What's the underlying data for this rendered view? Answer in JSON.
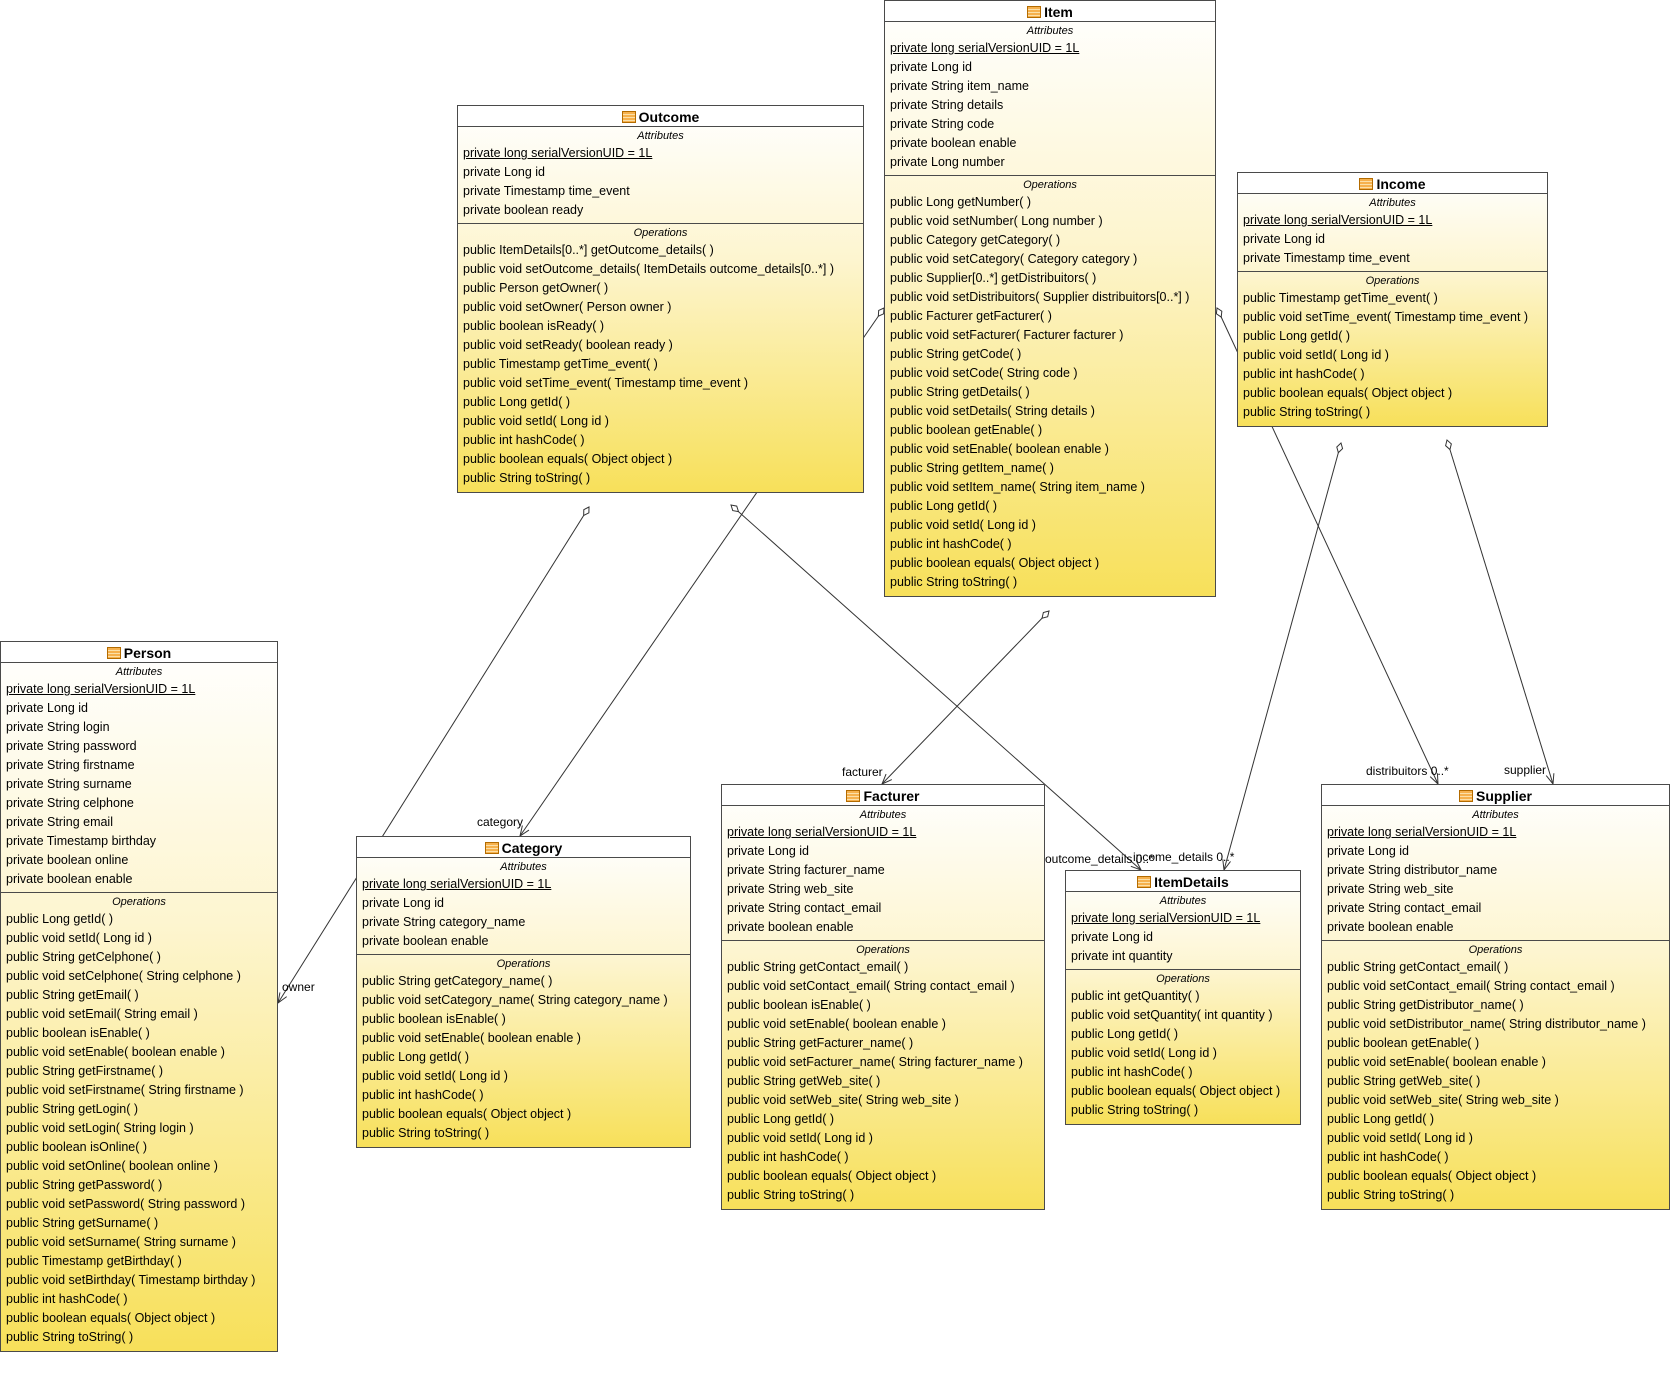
{
  "diagram": {
    "labels": {
      "attributes": "Attributes",
      "operations": "Operations"
    },
    "classes": [
      {
        "id": "item",
        "name": "Item",
        "attributes": [
          {
            "text": "private long serialVersionUID = 1L",
            "static": true
          },
          {
            "text": "private Long id"
          },
          {
            "text": "private String item_name"
          },
          {
            "text": "private String details"
          },
          {
            "text": "private String code"
          },
          {
            "text": "private boolean enable"
          },
          {
            "text": "private Long number"
          }
        ],
        "operations": [
          "public Long  getNumber(  )",
          "public void  setNumber( Long number )",
          "public Category  getCategory(  )",
          "public void  setCategory( Category category )",
          "public Supplier[0..*]  getDistribuitors(  )",
          "public void  setDistribuitors( Supplier distribuitors[0..*] )",
          "public Facturer  getFacturer(  )",
          "public void  setFacturer( Facturer facturer )",
          "public String  getCode(  )",
          "public void  setCode( String code )",
          "public String  getDetails(  )",
          "public void  setDetails( String details )",
          "public boolean  getEnable(  )",
          "public void  setEnable( boolean enable )",
          "public String  getItem_name(  )",
          "public void  setItem_name( String item_name )",
          "public Long  getId(  )",
          "public void  setId( Long id )",
          "public int  hashCode(  )",
          "public boolean  equals( Object object )",
          "public String  toString(  )"
        ]
      },
      {
        "id": "outcome",
        "name": "Outcome",
        "attributes": [
          {
            "text": "private long serialVersionUID = 1L",
            "static": true
          },
          {
            "text": "private Long id"
          },
          {
            "text": "private Timestamp time_event"
          },
          {
            "text": "private boolean ready"
          }
        ],
        "operations": [
          "public ItemDetails[0..*]  getOutcome_details(  )",
          "public void  setOutcome_details( ItemDetails outcome_details[0..*] )",
          "public Person  getOwner(  )",
          "public void  setOwner( Person owner )",
          "public boolean  isReady(  )",
          "public void  setReady( boolean ready )",
          "public Timestamp  getTime_event(  )",
          "public void  setTime_event( Timestamp time_event )",
          "public Long  getId(  )",
          "public void  setId( Long id )",
          "public int  hashCode(  )",
          "public boolean  equals( Object object )",
          "public String  toString(  )"
        ]
      },
      {
        "id": "income",
        "name": "Income",
        "attributes": [
          {
            "text": "private long serialVersionUID = 1L",
            "static": true
          },
          {
            "text": "private Long id"
          },
          {
            "text": "private Timestamp time_event"
          }
        ],
        "operations": [
          "public Timestamp  getTime_event(  )",
          "public void  setTime_event( Timestamp time_event )",
          "public Long  getId(  )",
          "public void  setId( Long id )",
          "public int  hashCode(  )",
          "public boolean  equals( Object object )",
          "public String  toString(  )"
        ]
      },
      {
        "id": "person",
        "name": "Person",
        "attributes": [
          {
            "text": "private long serialVersionUID = 1L",
            "static": true
          },
          {
            "text": "private Long id"
          },
          {
            "text": "private String login"
          },
          {
            "text": "private String password"
          },
          {
            "text": "private String firstname"
          },
          {
            "text": "private String surname"
          },
          {
            "text": "private String celphone"
          },
          {
            "text": "private String email"
          },
          {
            "text": "private Timestamp birthday"
          },
          {
            "text": "private boolean online"
          },
          {
            "text": "private boolean enable"
          }
        ],
        "operations": [
          "public Long  getId(  )",
          "public void  setId( Long id )",
          "public String  getCelphone(  )",
          "public void  setCelphone( String celphone )",
          "public String  getEmail(  )",
          "public void  setEmail( String email )",
          "public boolean  isEnable(  )",
          "public void  setEnable( boolean enable )",
          "public String  getFirstname(  )",
          "public void  setFirstname( String firstname )",
          "public String  getLogin(  )",
          "public void  setLogin( String login )",
          "public boolean  isOnline(  )",
          "public void  setOnline( boolean online )",
          "public String  getPassword(  )",
          "public void  setPassword( String password )",
          "public String  getSurname(  )",
          "public void  setSurname( String surname )",
          "public Timestamp  getBirthday(  )",
          "public void  setBirthday( Timestamp birthday )",
          "public int  hashCode(  )",
          "public boolean  equals( Object object )",
          "public String  toString(  )"
        ]
      },
      {
        "id": "category",
        "name": "Category",
        "attributes": [
          {
            "text": "private long serialVersionUID = 1L",
            "static": true
          },
          {
            "text": "private Long id"
          },
          {
            "text": "private String category_name"
          },
          {
            "text": "private boolean enable"
          }
        ],
        "operations": [
          "public String  getCategory_name(  )",
          "public void  setCategory_name( String category_name )",
          "public boolean  isEnable(  )",
          "public void  setEnable( boolean enable )",
          "public Long  getId(  )",
          "public void  setId( Long id )",
          "public int  hashCode(  )",
          "public boolean  equals( Object object )",
          "public String  toString(  )"
        ]
      },
      {
        "id": "facturer",
        "name": "Facturer",
        "attributes": [
          {
            "text": "private long serialVersionUID = 1L",
            "static": true
          },
          {
            "text": "private Long id"
          },
          {
            "text": "private String facturer_name"
          },
          {
            "text": "private String web_site"
          },
          {
            "text": "private String contact_email"
          },
          {
            "text": "private boolean enable"
          }
        ],
        "operations": [
          "public String  getContact_email(  )",
          "public void  setContact_email( String contact_email )",
          "public boolean  isEnable(  )",
          "public void  setEnable( boolean enable )",
          "public String  getFacturer_name(  )",
          "public void  setFacturer_name( String facturer_name )",
          "public String  getWeb_site(  )",
          "public void  setWeb_site( String web_site )",
          "public Long  getId(  )",
          "public void  setId( Long id )",
          "public int  hashCode(  )",
          "public boolean  equals( Object object )",
          "public String  toString(  )"
        ]
      },
      {
        "id": "itemdetails",
        "name": "ItemDetails",
        "attributes": [
          {
            "text": "private long serialVersionUID = 1L",
            "static": true
          },
          {
            "text": "private Long id"
          },
          {
            "text": "private int quantity"
          }
        ],
        "operations": [
          "public int  getQuantity(  )",
          "public void  setQuantity( int quantity )",
          "public Long  getId(  )",
          "public void  setId( Long id )",
          "public int  hashCode(  )",
          "public boolean  equals( Object object )",
          "public String  toString(  )"
        ]
      },
      {
        "id": "supplier",
        "name": "Supplier",
        "attributes": [
          {
            "text": "private long serialVersionUID = 1L",
            "static": true
          },
          {
            "text": "private Long id"
          },
          {
            "text": "private String distributor_name"
          },
          {
            "text": "private String web_site"
          },
          {
            "text": "private String contact_email"
          },
          {
            "text": "private boolean enable"
          }
        ],
        "operations": [
          "public String  getContact_email(  )",
          "public void  setContact_email( String contact_email )",
          "public String  getDistributor_name(  )",
          "public void  setDistributor_name( String distributor_name )",
          "public boolean  getEnable(  )",
          "public void  setEnable( boolean enable )",
          "public String  getWeb_site(  )",
          "public void  setWeb_site( String web_site )",
          "public Long  getId(  )",
          "public void  setId( Long id )",
          "public int  hashCode(  )",
          "public boolean  equals( Object object )",
          "public String  toString(  )"
        ]
      }
    ],
    "associations": [
      {
        "from": "outcome",
        "to": "person",
        "role": "owner"
      },
      {
        "from": "outcome",
        "to": "itemdetails",
        "role": "outcome_details 0..*"
      },
      {
        "from": "item",
        "to": "category",
        "role": "category"
      },
      {
        "from": "item",
        "to": "facturer",
        "role": "facturer"
      },
      {
        "from": "item",
        "to": "supplier",
        "role": "distribuitors 0..*"
      },
      {
        "from": "income",
        "to": "itemdetails",
        "role": "income_details 0..*"
      },
      {
        "from": "income",
        "to": "supplier",
        "role": "supplier"
      }
    ]
  }
}
